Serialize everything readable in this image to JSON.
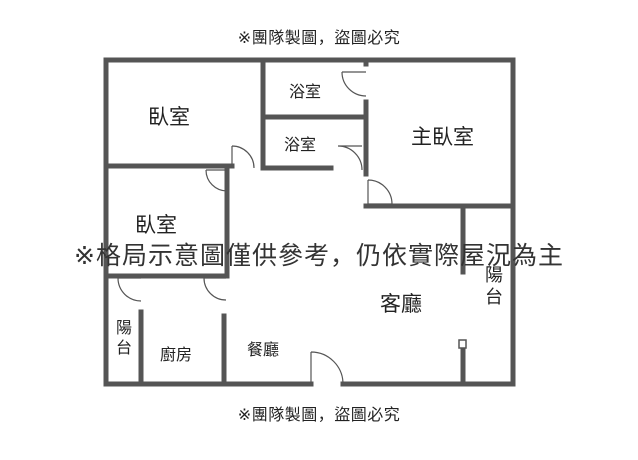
{
  "header_note": "※團隊製圖，盜圖必究",
  "footer_note": "※團隊製圖，盜圖必究",
  "disclaimer": "※格局示意圖僅供參考，仍依實際屋況為主",
  "rooms": {
    "bedroom_top_left": "臥室",
    "bedroom_mid_left": "臥室",
    "bathroom_top": "浴室",
    "bathroom_bottom": "浴室",
    "master_bedroom": "主臥室",
    "living_room": "客廳",
    "dining_room": "餐廳",
    "kitchen": "廚房",
    "balcony_left": "陽台",
    "balcony_right": "陽台"
  }
}
